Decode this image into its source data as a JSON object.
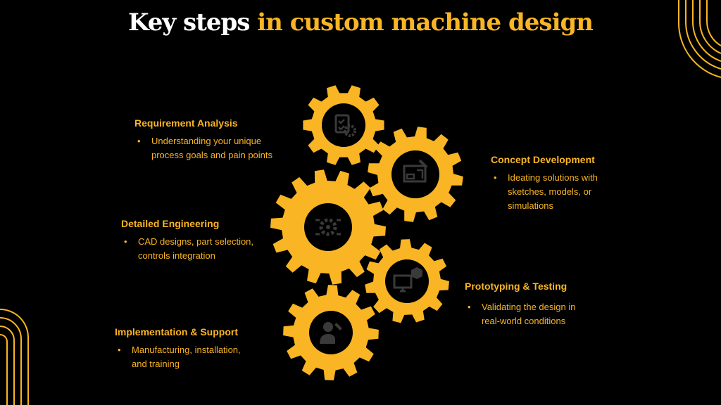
{
  "title": {
    "part1": "Key steps",
    "part2": "in custom machine design"
  },
  "steps": [
    {
      "heading": "Requirement Analysis",
      "bullet": "Understanding your unique process goals and pain points"
    },
    {
      "heading": "Concept Development",
      "bullet": "Ideating solutions with sketches, models, or simulations"
    },
    {
      "heading": "Detailed Engineering",
      "bullet": "CAD designs, part selection, controls integration"
    },
    {
      "heading": "Prototyping & Testing",
      "bullet": "Validating the design in real-world conditions"
    },
    {
      "heading": "Implementation & Support",
      "bullet": "Manufacturing, installation, and training"
    }
  ],
  "colors": {
    "accent": "#f9b523",
    "background": "#000000",
    "icon": "#3a3a3a"
  },
  "icons": [
    "document-gear-icon",
    "blueprint-icon",
    "circuit-gear-icon",
    "computer-cube-icon",
    "person-wrench-icon"
  ]
}
